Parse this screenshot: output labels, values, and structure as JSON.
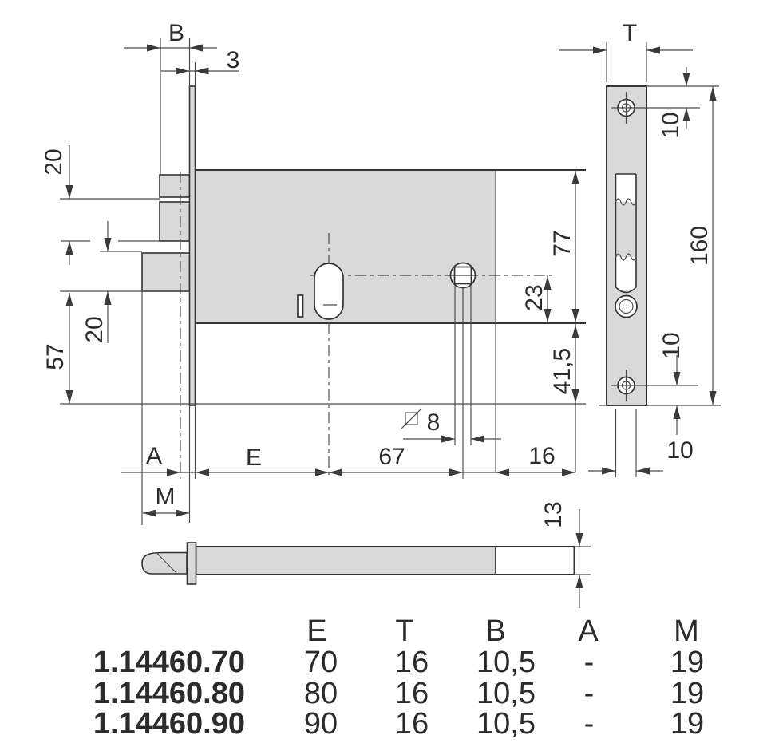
{
  "colors": {
    "line": "#3a3a3a",
    "part_fill": "#d9d9d9",
    "background": "#ffffff",
    "text": "#2b2b2b"
  },
  "front_view": {
    "labels": {
      "b": "B",
      "plate_thickness": "3",
      "offset_top": "20",
      "offset_mid": "20",
      "height_lower": "57",
      "height_upper": "77",
      "spindle_to_bottom": "23",
      "below_case": "41,5",
      "spindle_square": "8",
      "a": "A",
      "e": "E",
      "cyl_to_spindle": "67",
      "tail": "16",
      "m": "M"
    }
  },
  "side_view": {
    "labels": {
      "t": "T",
      "hole_top_offset": "10",
      "faceplate_height": "160",
      "hole_bottom_offset": "10",
      "case_width": "10"
    }
  },
  "bottom_view": {
    "labels": {
      "bar_height": "13"
    }
  },
  "table": {
    "headers": [
      "E",
      "T",
      "B",
      "A",
      "M"
    ],
    "rows": [
      {
        "part": "1.14460.70",
        "e": "70",
        "t": "16",
        "b": "10,5",
        "a": "-",
        "m": "19"
      },
      {
        "part": "1.14460.80",
        "e": "80",
        "t": "16",
        "b": "10,5",
        "a": "-",
        "m": "19"
      },
      {
        "part": "1.14460.90",
        "e": "90",
        "t": "16",
        "b": "10,5",
        "a": "-",
        "m": "19"
      }
    ]
  }
}
